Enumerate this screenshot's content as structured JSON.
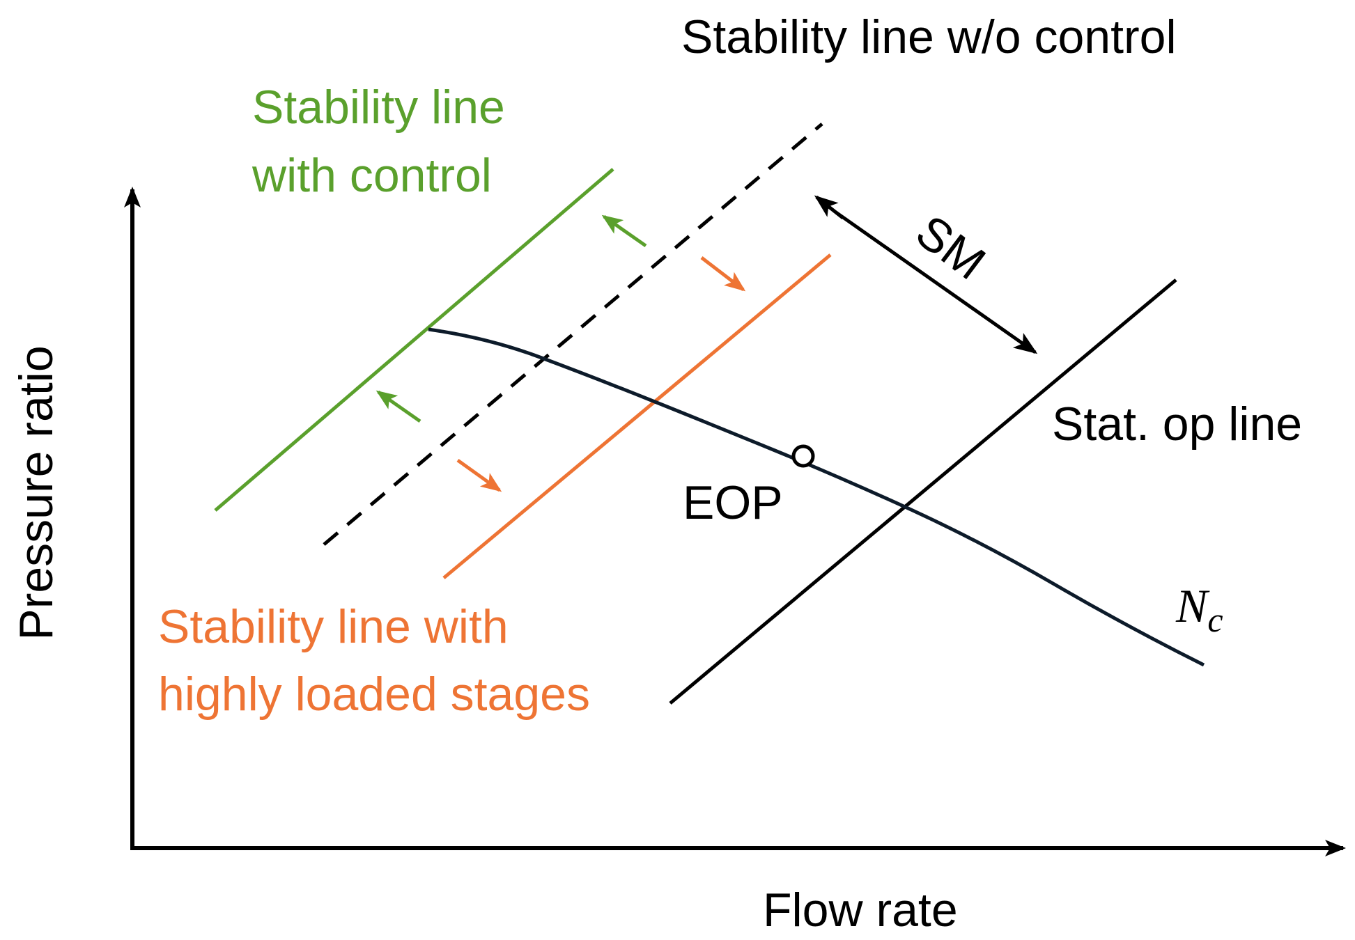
{
  "axes": {
    "x_label": "Flow rate",
    "y_label": "Pressure ratio"
  },
  "labels": {
    "stability_wo_control": "Stability line w/o control",
    "stability_with_control": [
      "Stability line",
      "with control"
    ],
    "stability_highly_loaded": [
      "Stability line with",
      "highly loaded stages"
    ],
    "surge_margin": "SM",
    "operating_line": "Stat. op line",
    "operating_point": "EOP",
    "speed_line_symbol": "N",
    "speed_line_subscript": "c"
  },
  "colors": {
    "axis": "#000000",
    "stability_wo_control": "#000000",
    "stability_with_control": "#5aa02c",
    "stability_highly_loaded": "#ee7434",
    "operating_line": "#000000",
    "speed_line": "#0d1b2a"
  }
}
